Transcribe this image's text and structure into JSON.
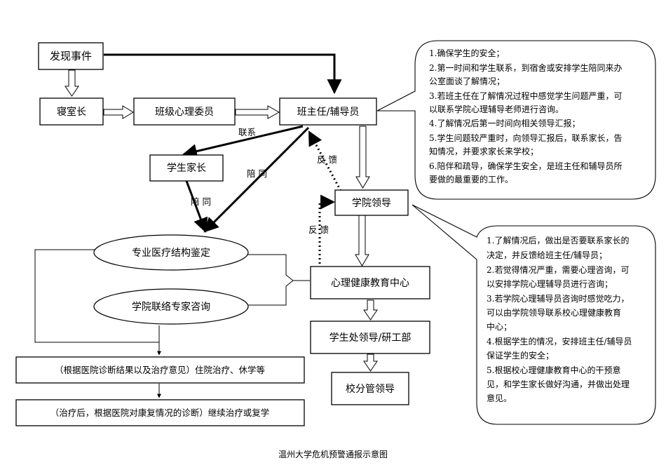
{
  "nodes": {
    "discover": "发现事件",
    "dorm_leader": "寝室长",
    "class_psych": "班级心理委员",
    "head_teacher": "班主任/辅导员",
    "parents": "学生家长",
    "college_leader": "学院领导",
    "hospital_eval": "专业医疗结构鉴定",
    "expert_consult": "学院联络专家咨询",
    "mental_center": "心理健康教育中心",
    "student_affairs": "学生处领导/研工部",
    "school_leader": "校分管领导",
    "treatment": "（根据医院诊断结果以及治疗意见）住院治疗、休学等",
    "resume": "（治疗后，根据医院对康复情况的诊断）继续治疗或复学"
  },
  "edge_labels": {
    "contact": "联系",
    "accompany_1": "陪  同",
    "accompany_2": "陪  同",
    "feedback_1": "反  馈",
    "feedback_2": "反  馈"
  },
  "notes": {
    "head_teacher": [
      "1.确保学生的安全；",
      "2.第一时间和学生联系，到宿舍或安排学生陪同来办",
      "公室面谈了解情况；",
      "3.若班主任在了解情况过程中感觉学生问题严重，可",
      "以联系学院心理辅导老师进行咨询。",
      "4.了解情况后第一时间向相关领导汇报；",
      "5.学生问题较严重时，向领导汇报后，联系家长，告",
      "知情况，并要求家长来学校；",
      "6.陪伴和疏导，确保学生安全，是班主任和辅导员所",
      "要做的最重要的工作。"
    ],
    "college_leader": [
      "1.了解情况后，做出是否要联系家长的",
      "决定，并反馈给班主任/辅导员；",
      "2.若觉得情况严重，需要心理咨询，可",
      "以安排学院心理辅导员进行咨询；",
      "3.若学院心理辅导员咨询时感觉吃力，",
      "可以由学院领导联系校心理健康教育",
      "中心；",
      "4.根据学生的情况，安排班主任/辅导员",
      "保证学生的安全；",
      "5.根据校心理健康教育中心的干预意",
      "见，和学生家长做好沟通，并做出处理",
      "意见。"
    ]
  },
  "caption": "温州大学危机预警通报示意图"
}
